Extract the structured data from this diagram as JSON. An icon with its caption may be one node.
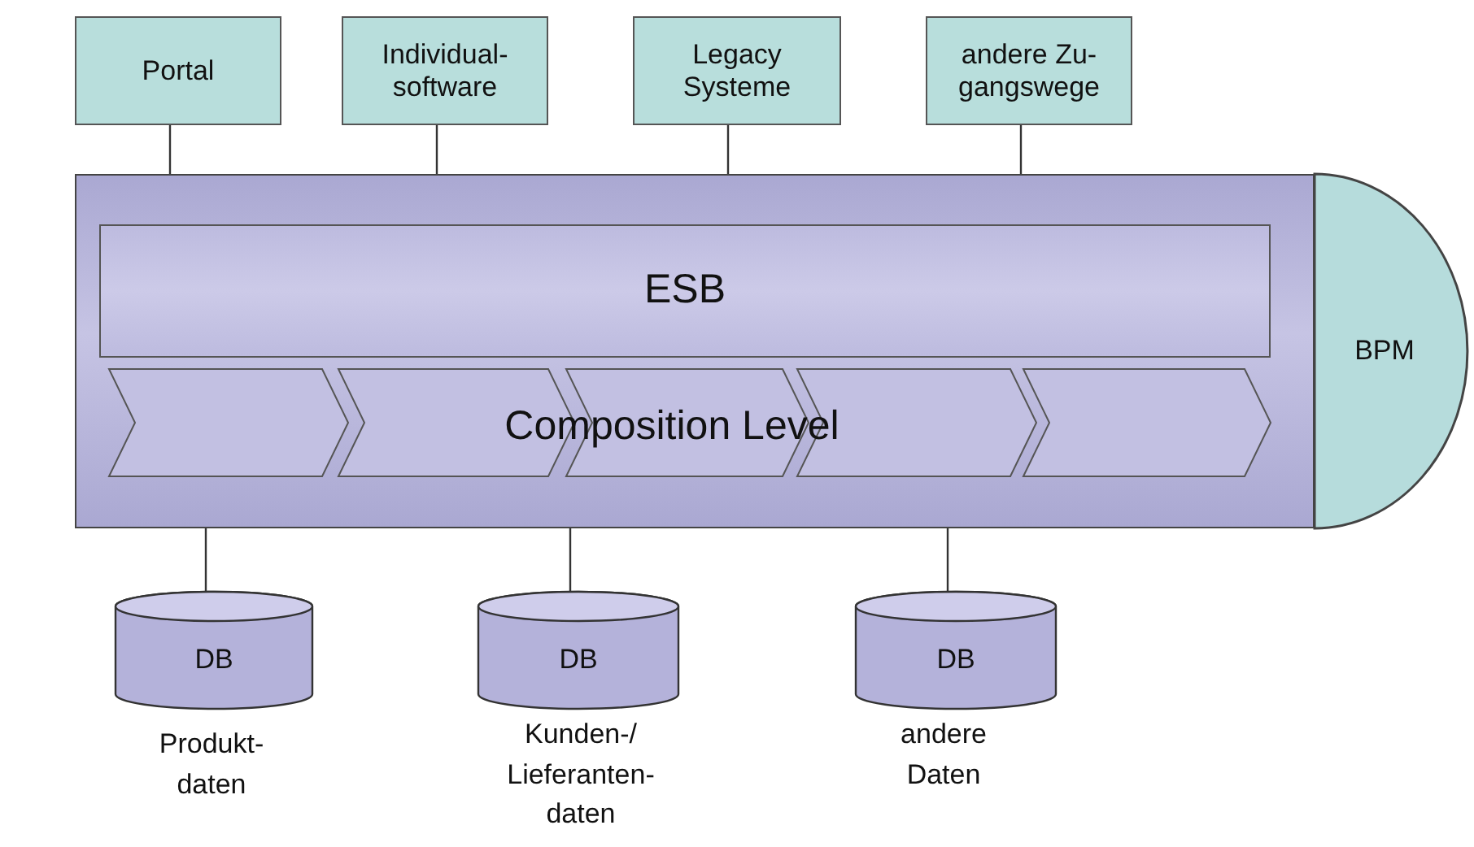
{
  "diagram": {
    "nodes": [
      {
        "text": [
          "Portal"
        ]
      },
      {
        "text": [
          "Individual- software"
        ]
      },
      {
        "text": [
          "Legacy Systeme"
        ]
      },
      {
        "text": [
          "andere Zu- gangswege"
        ]
      },
      {
        "text": [],
        "shape": "box"
      },
      {
        "text": [
          "ESB"
        ],
        "in": 4
      },
      {
        "text": [
          "Composition Level"
        ],
        "in": 4
      },
      {
        "text": [
          "BPM"
        ]
      },
      {
        "text": [
          "DB"
        ],
        "beside": [
          "Produkt- daten"
        ]
      },
      {
        "text": [
          "DB"
        ],
        "beside": [
          "Kunden-/ Lieferanten- daten"
        ]
      },
      {
        "text": [
          "DB"
        ],
        "beside": [
          "andere Daten"
        ]
      }
    ],
    "edges": [
      {
        "from": 0,
        "to": 4,
        "arrow": "none"
      },
      {
        "from": 1,
        "to": 4,
        "arrow": "none"
      },
      {
        "from": 2,
        "to": 4,
        "arrow": "none"
      },
      {
        "from": 3,
        "to": 4,
        "arrow": "none"
      },
      {
        "from": 4,
        "to": 8,
        "arrow": "none"
      },
      {
        "from": 4,
        "to": 9,
        "arrow": "none"
      },
      {
        "from": 4,
        "to": 10,
        "arrow": "none"
      }
    ]
  }
}
